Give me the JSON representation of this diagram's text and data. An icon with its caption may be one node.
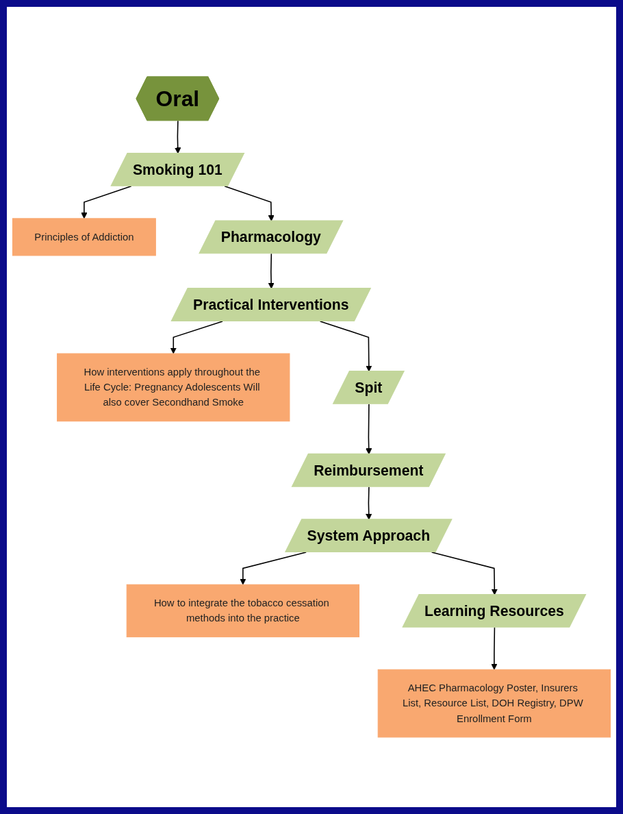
{
  "diagram": {
    "nodes": [
      {
        "text": [
          "Oral"
        ]
      },
      {
        "text": [
          "Smoking 101"
        ]
      },
      {
        "text": [
          "Principles of Addiction"
        ]
      },
      {
        "text": [
          "Pharmacology"
        ]
      },
      {
        "text": [
          "Practical Interventions"
        ]
      },
      {
        "text": [
          "How interventions apply throughout the Life Cycle: Pregnancy Adolescents Will also cover Secondhand Smoke"
        ]
      },
      {
        "text": [
          "Spit"
        ]
      },
      {
        "text": [
          "Reimbursement"
        ]
      },
      {
        "text": [
          "System Approach"
        ]
      },
      {
        "text": [
          "How to integrate the tobacco cessation methods into the practice"
        ]
      },
      {
        "text": [
          "Learning Resources"
        ]
      },
      {
        "text": [
          "AHEC Pharmacology Poster, Insurers List, Resource List, DOH Registry, DPW Enrollment Form"
        ]
      }
    ],
    "edges": [
      {
        "from": 0,
        "to": 1,
        "arrow": "to"
      },
      {
        "from": 1,
        "to": 2,
        "arrow": "to"
      },
      {
        "from": 1,
        "to": 3,
        "arrow": "to"
      },
      {
        "from": 3,
        "to": 4,
        "arrow": "to"
      },
      {
        "from": 4,
        "to": 5,
        "arrow": "to"
      },
      {
        "from": 4,
        "to": 6,
        "arrow": "to"
      },
      {
        "from": 6,
        "to": 7,
        "arrow": "to"
      },
      {
        "from": 7,
        "to": 8,
        "arrow": "to"
      },
      {
        "from": 8,
        "to": 9,
        "arrow": "to"
      },
      {
        "from": 8,
        "to": 10,
        "arrow": "to"
      },
      {
        "from": 10,
        "to": 11,
        "arrow": "to"
      }
    ]
  }
}
